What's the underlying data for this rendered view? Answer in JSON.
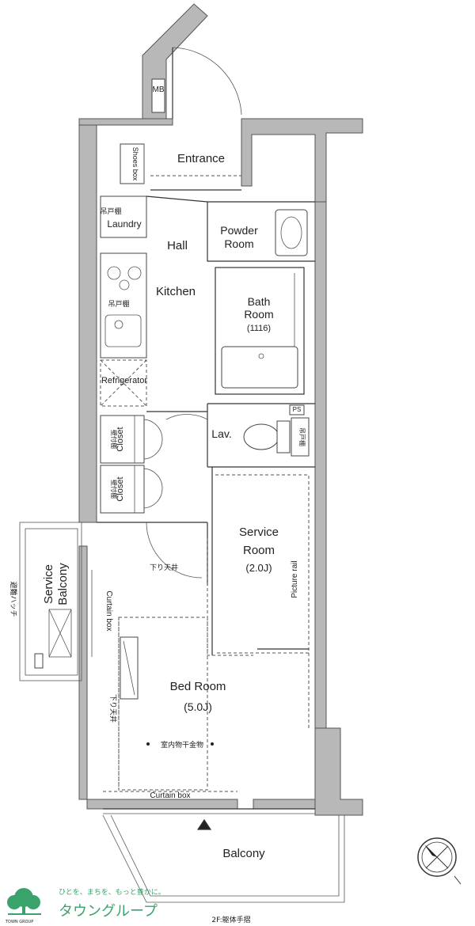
{
  "rooms": {
    "mb": "MB",
    "entrance": "Entrance",
    "shoes_box": "Shoes box",
    "laundry_jp": "吊戸棚",
    "laundry": "Laundry",
    "hall": "Hall",
    "powder_room_1": "Powder",
    "powder_room_2": "Room",
    "kitchen_jp": "吊戸棚",
    "kitchen": "Kitchen",
    "bath_1": "Bath",
    "bath_2": "Room",
    "bath_size": "(1116)",
    "refrigerator": "Refrigerator",
    "ps": "PS",
    "lav": "Lav.",
    "wc_jp": "吊戸棚",
    "closet_1_jp": "壁付棚",
    "closet_1": "Closet",
    "closet_2_jp": "壁付棚",
    "closet_2": "Closet",
    "service_room_1": "Service",
    "service_room_2": "Room",
    "service_room_size": "(2.0J)",
    "picture_rail": "Picture rail",
    "sagari_tenjo_1": "下り天井",
    "sagari_tenjo_2": "下り天井",
    "service_balcony_1": "Service",
    "service_balcony_2": "Balcony",
    "hinan_hashigo": "避難ハッチ",
    "curtain_box_side": "Curtain box",
    "bed_room": "Bed Room",
    "bed_room_size": "(5.0J)",
    "drying_hardware": "室内物干金物",
    "curtain_box_bottom": "Curtain box",
    "balcony": "Balcony"
  },
  "footer": {
    "logo_tagline": "ひとを、まちを、もっと豊かに。",
    "logo_name": "タウングループ",
    "logo_small": "TOWN GROUP",
    "note": "2F:躯体手摺"
  },
  "icons": [
    "north-compass-icon",
    "entrance-arrow-icon",
    "town-group-tree-logo"
  ]
}
